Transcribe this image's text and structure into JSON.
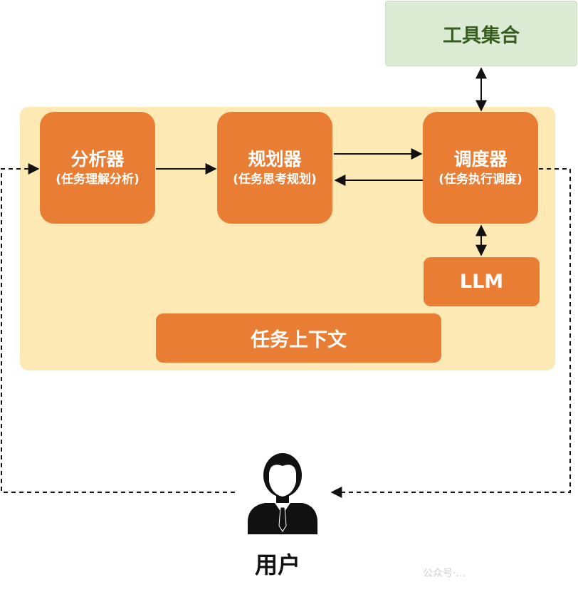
{
  "tools": {
    "label": "工具集合"
  },
  "analyzer": {
    "title": "分析器",
    "subtitle": "(任务理解分析)"
  },
  "planner": {
    "title": "规划器",
    "subtitle": "(任务思考规划)"
  },
  "scheduler": {
    "title": "调度器",
    "subtitle": "(任务执行调度)"
  },
  "llm": {
    "label": "LLM"
  },
  "context": {
    "label": "任务上下文"
  },
  "user": {
    "label": "用户",
    "icon": "user-icon"
  },
  "watermark": {
    "text": "公众号·..."
  },
  "colors": {
    "panel": "#fde9b3",
    "box": "#ea7d34",
    "tools": "#dcebd3",
    "tools_text": "#375d1f"
  }
}
